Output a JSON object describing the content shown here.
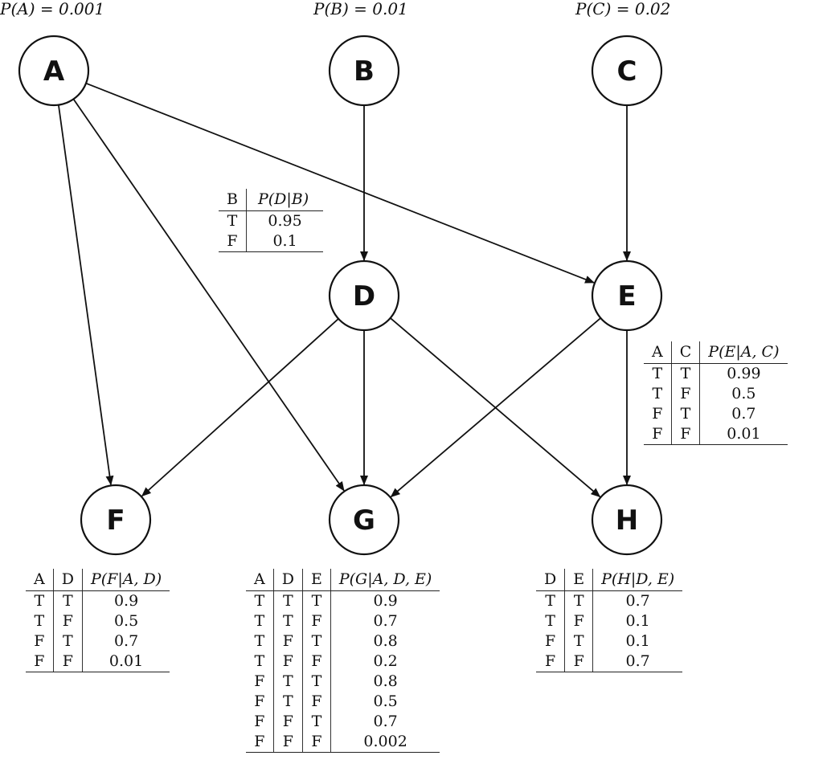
{
  "priors": {
    "A": "P(A) = 0.001",
    "B": "P(B) = 0.01",
    "C": "P(C) = 0.02"
  },
  "nodes": [
    "A",
    "B",
    "C",
    "D",
    "E",
    "F",
    "G",
    "H"
  ],
  "edges": [
    [
      "A",
      "F"
    ],
    [
      "A",
      "G"
    ],
    [
      "A",
      "E"
    ],
    [
      "B",
      "D"
    ],
    [
      "C",
      "E"
    ],
    [
      "D",
      "F"
    ],
    [
      "D",
      "G"
    ],
    [
      "D",
      "H"
    ],
    [
      "E",
      "G"
    ],
    [
      "E",
      "H"
    ]
  ],
  "cpts": {
    "D": {
      "headers": [
        "B",
        "P(D|B)"
      ],
      "rows": [
        [
          "T",
          "0.95"
        ],
        [
          "F",
          "0.1"
        ]
      ]
    },
    "E": {
      "headers": [
        "A",
        "C",
        "P(E|A, C)"
      ],
      "rows": [
        [
          "T",
          "T",
          "0.99"
        ],
        [
          "T",
          "F",
          "0.5"
        ],
        [
          "F",
          "T",
          "0.7"
        ],
        [
          "F",
          "F",
          "0.01"
        ]
      ]
    },
    "F": {
      "headers": [
        "A",
        "D",
        "P(F|A, D)"
      ],
      "rows": [
        [
          "T",
          "T",
          "0.9"
        ],
        [
          "T",
          "F",
          "0.5"
        ],
        [
          "F",
          "T",
          "0.7"
        ],
        [
          "F",
          "F",
          "0.01"
        ]
      ]
    },
    "G": {
      "headers": [
        "A",
        "D",
        "E",
        "P(G|A, D, E)"
      ],
      "rows": [
        [
          "T",
          "T",
          "T",
          "0.9"
        ],
        [
          "T",
          "T",
          "F",
          "0.7"
        ],
        [
          "T",
          "F",
          "T",
          "0.8"
        ],
        [
          "T",
          "F",
          "F",
          "0.2"
        ],
        [
          "F",
          "T",
          "T",
          "0.8"
        ],
        [
          "F",
          "T",
          "F",
          "0.5"
        ],
        [
          "F",
          "F",
          "T",
          "0.7"
        ],
        [
          "F",
          "F",
          "F",
          "0.002"
        ]
      ]
    },
    "H": {
      "headers": [
        "D",
        "E",
        "P(H|D, E)"
      ],
      "rows": [
        [
          "T",
          "T",
          "0.7"
        ],
        [
          "T",
          "F",
          "0.1"
        ],
        [
          "F",
          "T",
          "0.1"
        ],
        [
          "F",
          "F",
          "0.7"
        ]
      ]
    }
  }
}
